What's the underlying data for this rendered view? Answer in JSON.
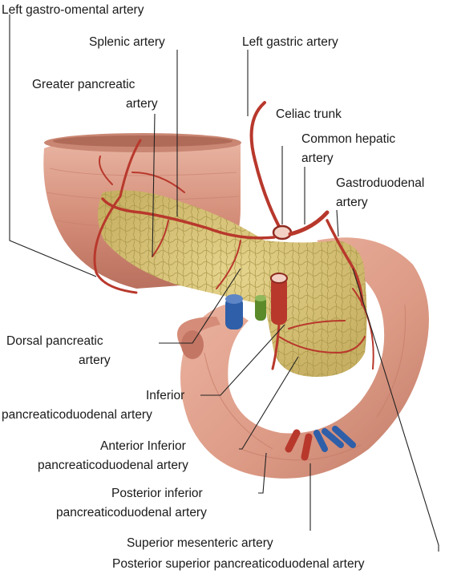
{
  "labels": {
    "left_gastro_omental": "Left gastro-omental artery",
    "splenic": "Splenic artery",
    "left_gastric": "Left gastric artery",
    "greater_pancreatic_1": "Greater pancreatic",
    "greater_pancreatic_2": "artery",
    "celiac_trunk": "Celiac trunk",
    "common_hepatic_1": "Common hepatic",
    "common_hepatic_2": "artery",
    "gastroduodenal_1": "Gastroduodenal",
    "gastroduodenal_2": "artery",
    "dorsal_pancreatic_1": "Dorsal pancreatic",
    "dorsal_pancreatic_2": "artery",
    "inferior_pd_1": "Inferior",
    "inferior_pd_2": "pancreaticoduodenal artery",
    "anterior_inferior_pd_1": "Anterior Inferior",
    "anterior_inferior_pd_2": "pancreaticoduodenal artery",
    "posterior_inferior_pd_1": "Posterior inferior",
    "posterior_inferior_pd_2": "pancreaticoduodenal artery",
    "superior_mesenteric": "Superior mesenteric artery",
    "posterior_superior_pd": "Posterior superior pancreaticoduodenal artery"
  },
  "colors": {
    "artery": "#b8382c",
    "artery_dark": "#8e2a21",
    "vein": "#2f5fa8",
    "duct": "#5a8a2a",
    "stomach": "#d89a86",
    "stomach_shadow": "#b9705e",
    "duodenum": "#e0a08e",
    "pancreas": "#d9c579",
    "pancreas_lobule": "#a89548"
  }
}
